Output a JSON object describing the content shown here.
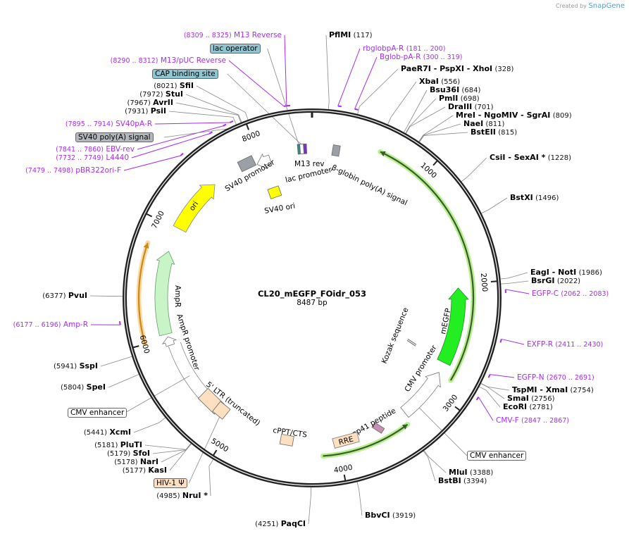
{
  "credit": {
    "prefix": "Created by",
    "brand": "SnapGene"
  },
  "plasmid": {
    "name": "CL20_mEGFP_FOidr_053",
    "length_label": "8487 bp",
    "length_bp": 8487
  },
  "ticks": [
    "1000",
    "2000",
    "3000",
    "4000",
    "5000",
    "6000",
    "7000",
    "8000"
  ],
  "enzymes": [
    {
      "names": [
        "PflMI"
      ],
      "position": 117
    },
    {
      "names": [
        "PaeR7I",
        "PspXI",
        "XhoI"
      ],
      "position": 328
    },
    {
      "names": [
        "XbaI"
      ],
      "position": 556
    },
    {
      "names": [
        "Bsu36I"
      ],
      "position": 684
    },
    {
      "names": [
        "PmlI"
      ],
      "position": 698
    },
    {
      "names": [
        "DraIII"
      ],
      "position": 701
    },
    {
      "names": [
        "MreI",
        "NgoMIV",
        "SgrAI"
      ],
      "position": 809
    },
    {
      "names": [
        "NaeI"
      ],
      "position": 811
    },
    {
      "names": [
        "BstEII"
      ],
      "position": 815
    },
    {
      "names": [
        "CsiI",
        "SexAI *"
      ],
      "position": 1228
    },
    {
      "names": [
        "BstXI"
      ],
      "position": 1496
    },
    {
      "names": [
        "EagI",
        "NotI"
      ],
      "position": 1986
    },
    {
      "names": [
        "BsrGI"
      ],
      "position": 2022
    },
    {
      "names": [
        "TspMI",
        "XmaI"
      ],
      "position": 2754
    },
    {
      "names": [
        "SmaI"
      ],
      "position": 2756
    },
    {
      "names": [
        "EcoRI"
      ],
      "position": 2781
    },
    {
      "names": [
        "MluI"
      ],
      "position": 3388
    },
    {
      "names": [
        "BstBI"
      ],
      "position": 3394
    },
    {
      "names": [
        "BbvCI"
      ],
      "position": 3919
    },
    {
      "names": [
        "PaqCI"
      ],
      "position": 4251
    },
    {
      "names": [
        "NruI *"
      ],
      "position": 4985
    },
    {
      "names": [
        "KasI"
      ],
      "position": 5177
    },
    {
      "names": [
        "NarI"
      ],
      "position": 5178
    },
    {
      "names": [
        "SfoI"
      ],
      "position": 5179
    },
    {
      "names": [
        "PluTI"
      ],
      "position": 5181
    },
    {
      "names": [
        "XcmI"
      ],
      "position": 5441
    },
    {
      "names": [
        "SpeI"
      ],
      "position": 5804
    },
    {
      "names": [
        "SspI"
      ],
      "position": 5941
    },
    {
      "names": [
        "PvuI"
      ],
      "position": 6377
    },
    {
      "names": [
        "PsiI"
      ],
      "position": 7931
    },
    {
      "names": [
        "AvrII"
      ],
      "position": 7967
    },
    {
      "names": [
        "StuI"
      ],
      "position": 7972
    },
    {
      "names": [
        "SfiI"
      ],
      "position": 8021
    }
  ],
  "primers": [
    {
      "name": "M13 Reverse",
      "range": "(8309 .. 8325)",
      "start": 8309
    },
    {
      "name": "M13/pUC Reverse",
      "range": "(8290 .. 8312)",
      "start": 8290
    },
    {
      "name": "SV40pA-R",
      "range": "(7895 .. 7914)",
      "start": 7895
    },
    {
      "name": "EBV-rev",
      "range": "(7841 .. 7860)",
      "start": 7841
    },
    {
      "name": "L4440",
      "range": "(7732 .. 7749)",
      "start": 7732
    },
    {
      "name": "pBR322ori-F",
      "range": "(7479 .. 7498)",
      "start": 7479
    },
    {
      "name": "Amp-R",
      "range": "(6177 .. 6196)",
      "start": 6177
    },
    {
      "name": "rbglobpA-R",
      "range": "(181 .. 200)",
      "start": 181
    },
    {
      "name": "Bglob-pA-R",
      "range": "(300 .. 319)",
      "start": 300
    },
    {
      "name": "EGFP-C",
      "range": "(2062 .. 2083)",
      "start": 2062
    },
    {
      "name": "EXFP-R",
      "range": "(2411 .. 2430)",
      "start": 2411
    },
    {
      "name": "EGFP-N",
      "range": "(2670 .. 2691)",
      "start": 2670
    },
    {
      "name": "CMV-F",
      "range": "(2847 .. 2867)",
      "start": 2847
    }
  ],
  "boxed_features": [
    {
      "label": "lac operator",
      "color": "#8fc6d1"
    },
    {
      "label": "CAP binding site",
      "color": "#8fc6d1"
    },
    {
      "label": "SV40 poly(A) signal",
      "color": "#b4b8bd"
    },
    {
      "label": "CMV enhancer",
      "color": "#ffffff"
    },
    {
      "label": "CMV enhancer",
      "color": "#ffffff"
    },
    {
      "label": "HIV-1 Ψ",
      "color": "#fde0c0"
    }
  ],
  "inner_features": {
    "sv40_promoter": "SV40 promoter",
    "lac_promoter": "lac promoter",
    "m13_rev": "M13 rev",
    "sv40_ori": "SV40 ori",
    "bglobin": "β-globin poly(A) signal",
    "ori": "ori",
    "ampr": "AmpR",
    "ampr_promoter": "AmpR promoter",
    "ltr": "5' LTR (truncated)",
    "cppt": "cPPT/CTS",
    "rre": "RRE",
    "gp41": "gp41 peptide",
    "cmv_promoter": "CMV promoter",
    "kozak": "Kozak sequence",
    "megfp": "mEGFP"
  },
  "colors": {
    "primer": "#a52cf5",
    "ori": "#ffff00",
    "ampr": "#c8f5c8",
    "megfp": "#22ee22",
    "orf_highlight": "#b4f08c",
    "orange": "#f5b042",
    "peach": "#fde0c0",
    "gray_feature": "#9aa0a6"
  }
}
